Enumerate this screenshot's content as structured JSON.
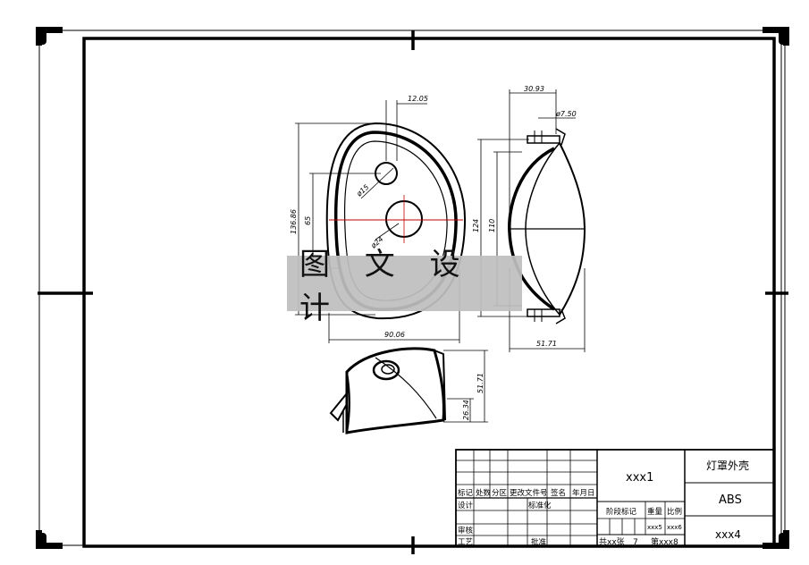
{
  "watermark": "图 文 设 计",
  "dimensions": {
    "d_12_05": "12.05",
    "d_30_93": "30.93",
    "d_phi_7_50": "ø7.50",
    "d_136_86": "136.86",
    "d_65": "65",
    "d_phi_15": "ø15",
    "d_phi_24": "ø24",
    "d_124": "124",
    "d_110": "110",
    "d_90_06": "90.06",
    "d_51_71_h": "51.71",
    "d_51_71_v": "51.71",
    "d_26_34": "26.34"
  },
  "title_block": {
    "drawing_no": "xxx1",
    "part_name": "灯罩外壳",
    "material": "ABS",
    "drawing_code": "xxx4",
    "hdr_mark": "标记",
    "hdr_count": "处数",
    "hdr_zone": "分区",
    "hdr_change_doc": "更改文件号",
    "hdr_sign": "签名",
    "hdr_date": "年月日",
    "lbl_design": "设计",
    "lbl_standardize": "标准化",
    "lbl_review": "审核",
    "lbl_process": "工艺",
    "lbl_approve": "批准",
    "lbl_stage_mark": "阶段标记",
    "lbl_weight": "重量",
    "lbl_scale": "比例",
    "val_weight": "xxx5",
    "val_scale": "xxx6",
    "sheets_total": "共xx张",
    "sheet_no": "第xxx8",
    "sheet_mid": "7"
  }
}
